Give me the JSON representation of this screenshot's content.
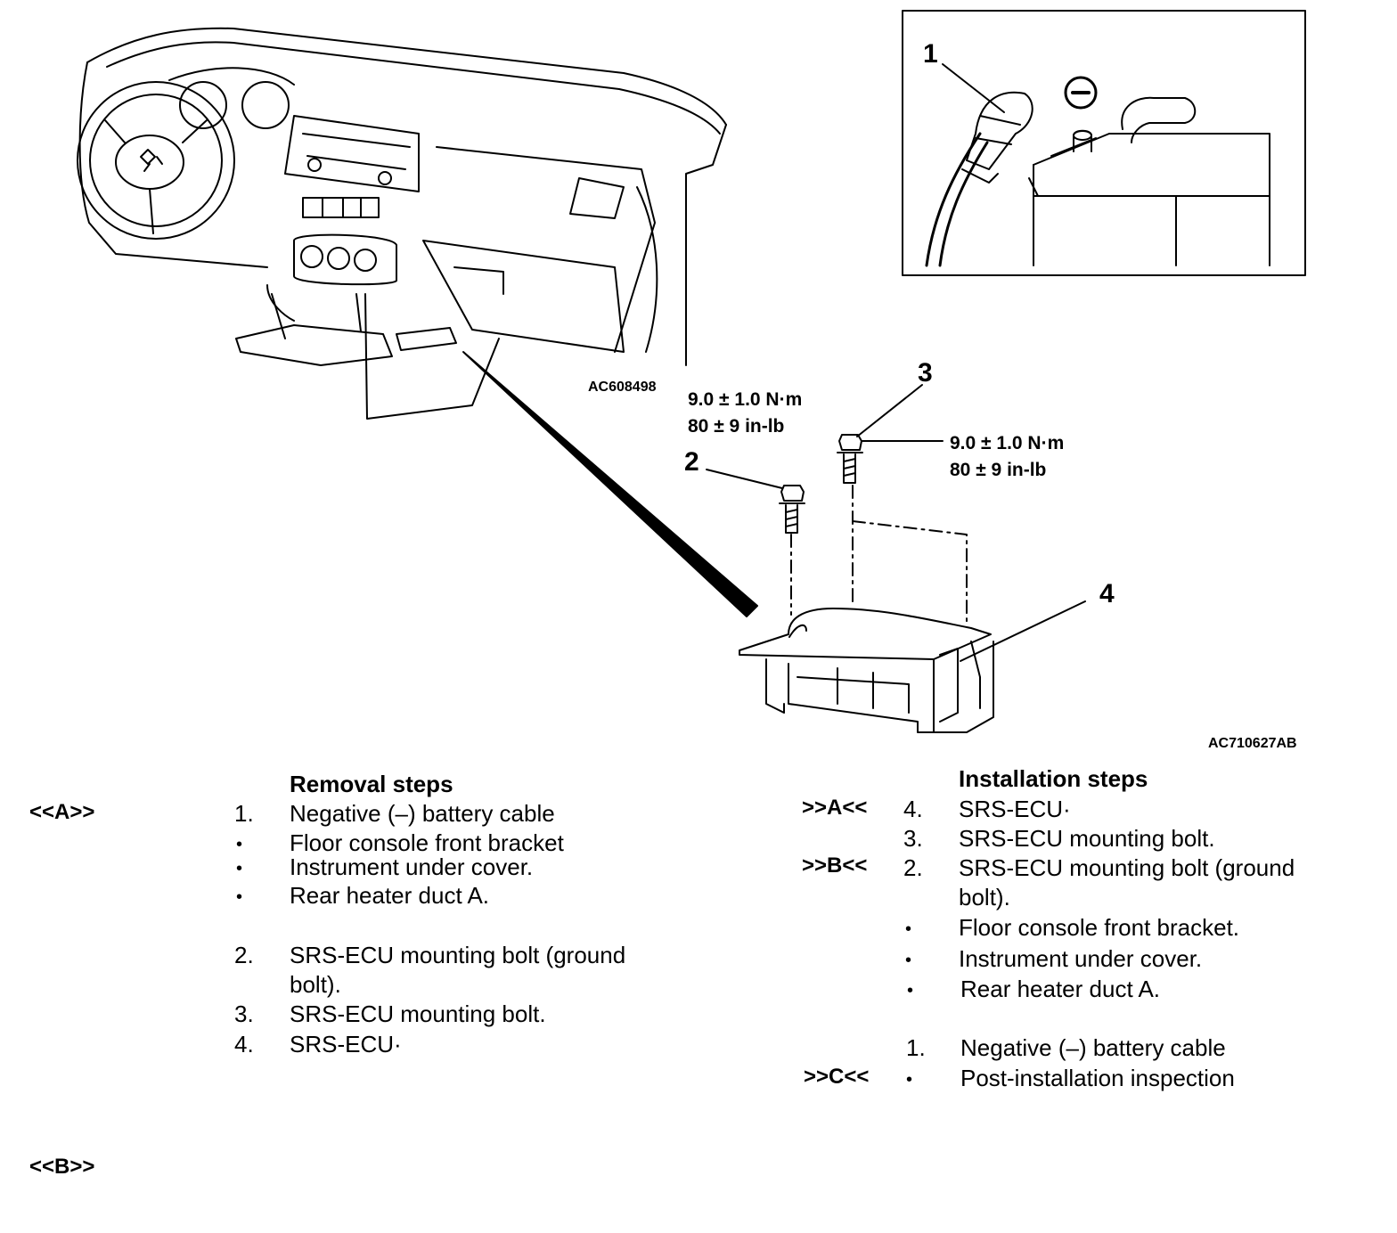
{
  "figure": {
    "callouts": [
      "1",
      "2",
      "3",
      "4"
    ],
    "torque_bolt_2": {
      "metric": "9.0 ± 1.0 N·m",
      "imperial": "80 ± 9 in-lb"
    },
    "torque_bolt_3": {
      "metric": "9.0 ± 1.0 N·m",
      "imperial": "80 ± 9 in-lb"
    },
    "illustration_code_dash": "AC608498",
    "illustration_code_main": "AC710627AB",
    "negative_terminal_symbol": "minus-circle-icon"
  },
  "removal": {
    "heading": "Removal steps",
    "marks": [
      "<<A>>",
      "<<B>>"
    ],
    "steps": [
      {
        "n": "1.",
        "text": "Negative (–) battery cable"
      },
      {
        "n": "•",
        "text": "Floor console front bracket"
      },
      {
        "n": "•",
        "text": "Instrument under cover."
      },
      {
        "n": "•",
        "text": "Rear heater duct A."
      },
      {
        "n": "2.",
        "text": "SRS-ECU mounting bolt (ground",
        "cont": "bolt)."
      },
      {
        "n": "3.",
        "text": "SRS-ECU mounting bolt."
      },
      {
        "n": "4.",
        "text": "SRS-ECU·"
      }
    ]
  },
  "installation": {
    "heading": "Installation steps",
    "marks": [
      ">>A<<",
      ">>B<<",
      ">>C<<"
    ],
    "steps": [
      {
        "n": "4.",
        "text": "SRS-ECU·"
      },
      {
        "n": "3.",
        "text": "SRS-ECU mounting bolt."
      },
      {
        "n": "2.",
        "text": "SRS-ECU mounting bolt (ground",
        "cont": "bolt)."
      },
      {
        "n": "•",
        "text": "Floor console front bracket."
      },
      {
        "n": "•",
        "text": "Instrument under cover."
      },
      {
        "n": "•",
        "text": "Rear heater duct A."
      },
      {
        "n": "1.",
        "text": "Negative (–) battery cable"
      },
      {
        "n": "•",
        "text": "Post-installation inspection"
      }
    ]
  }
}
